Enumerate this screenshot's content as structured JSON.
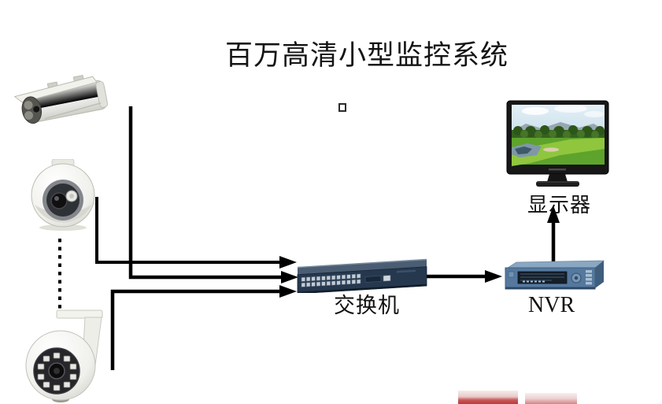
{
  "title": "百万高清小型监控系统",
  "nodes": {
    "bullet_camera": {
      "id": "bullet-camera"
    },
    "dome_camera": {
      "id": "dome-camera"
    },
    "ptz_camera": {
      "id": "ptz-speed-dome-camera"
    },
    "switch": {
      "id": "network-switch",
      "label": "交换机"
    },
    "nvr": {
      "id": "nvr",
      "label": "NVR"
    },
    "monitor": {
      "id": "monitor",
      "label": "显示器"
    }
  },
  "connections": [
    {
      "from": "bullet-camera",
      "to": "network-switch",
      "style": "solid-arrow"
    },
    {
      "from": "dome-camera",
      "to": "network-switch",
      "style": "solid-arrow"
    },
    {
      "from": "ptz-speed-dome-camera",
      "to": "network-switch",
      "style": "solid-arrow"
    },
    {
      "from": "network-switch",
      "to": "nvr",
      "style": "solid-arrow"
    },
    {
      "from": "nvr",
      "to": "monitor",
      "style": "solid-arrow"
    },
    {
      "from": "dome-camera",
      "to": "ptz-speed-dome-camera",
      "style": "dotted-ellipsis"
    }
  ],
  "colors": {
    "line": "#000000",
    "switch_front": "#25384e",
    "switch_top": "#4a5d72",
    "nvr_front": "#55789e",
    "nvr_top": "#8aa7c2",
    "monitor_bezel": "#171717",
    "watermark_red": "#b53030"
  }
}
